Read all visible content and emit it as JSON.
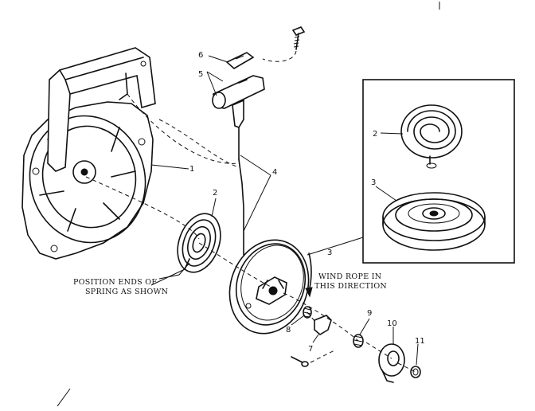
{
  "diagram": {
    "callouts": {
      "housing": "1",
      "spring_left": "2",
      "spring_inset": "2",
      "pulley_inset": "3",
      "pulley_main": "3",
      "rope": "4",
      "handle": "5",
      "insert": "6",
      "pawl": "7",
      "pawl_spring": "8",
      "washer": "9",
      "retainer": "10",
      "screw": "11"
    },
    "notes": {
      "position_line1": "POSITION ENDS OF",
      "position_line2": "SPRING AS SHOWN",
      "wind_line1": "WIND ROPE IN",
      "wind_line2": "THIS DIRECTION"
    }
  }
}
